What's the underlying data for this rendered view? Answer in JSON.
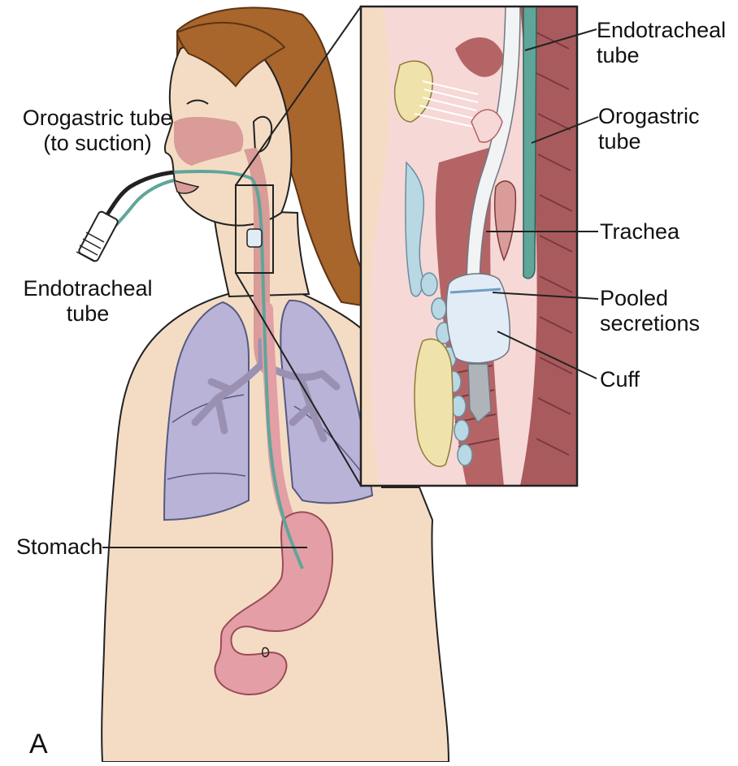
{
  "figure": {
    "panel_letter": "A",
    "labels": {
      "orogastric_left_line1": "Orogastric tube",
      "orogastric_left_line2": "(to suction)",
      "endotracheal_left_line1": "Endotracheal",
      "endotracheal_left_line2": "tube",
      "stomach": "Stomach",
      "endotracheal_right_line1": "Endotracheal",
      "endotracheal_right_line2": "tube",
      "orogastric_right_line1": "Orogastric",
      "orogastric_right_line2": "tube",
      "trachea": "Trachea",
      "pooled_line1": "Pooled",
      "pooled_line2": "secretions",
      "cuff": "Cuff"
    }
  },
  "colors": {
    "hair": "#a8652c",
    "skin": "#f4dcc4",
    "lung": "#b9b3d8",
    "bronchi": "#9a91b2",
    "airway_pink": "#d99c98",
    "stomach": "#e39fa5",
    "tube_teal": "#5fa59a",
    "tissue": "#eec3c1",
    "muscle": "#a95a5c",
    "cartilage": "#b8d8e4",
    "cuff": "#e2ecf7",
    "fat": "#efe2aa",
    "outline": "#222222"
  }
}
